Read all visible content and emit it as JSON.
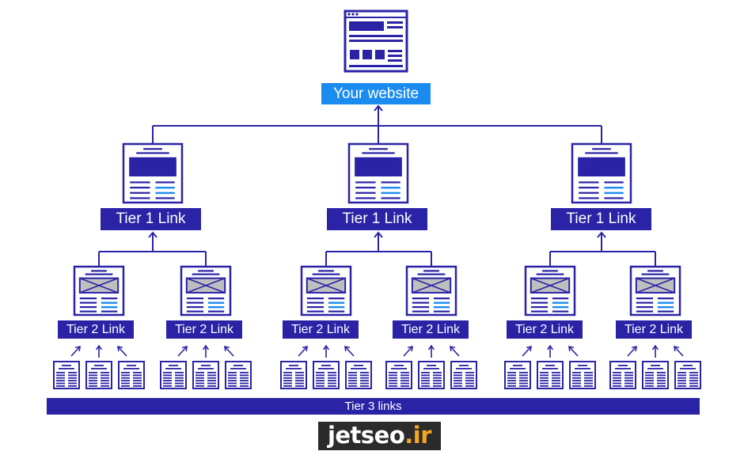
{
  "root": {
    "label": "Your website"
  },
  "tier1": [
    {
      "label": "Tier 1 Link"
    },
    {
      "label": "Tier 1 Link"
    },
    {
      "label": "Tier 1 Link"
    }
  ],
  "tier2": [
    {
      "label": "Tier 2 Link"
    },
    {
      "label": "Tier 2 Link"
    },
    {
      "label": "Tier 2 Link"
    },
    {
      "label": "Tier 2 Link"
    },
    {
      "label": "Tier 2 Link"
    },
    {
      "label": "Tier 2 Link"
    }
  ],
  "tier3": {
    "label": "Tier 3 links",
    "docs_per_group": 3
  },
  "logo": {
    "text_main": "jetseo",
    "text_accent": ".ir"
  },
  "colors": {
    "navy": "#2a23a6",
    "accent_blue": "#1a8cf0",
    "icon_fill": "#2a23a6",
    "image_fill": "#bfbfbf",
    "logo_bg": "#2b2b2b",
    "logo_accent": "#f5a623"
  }
}
